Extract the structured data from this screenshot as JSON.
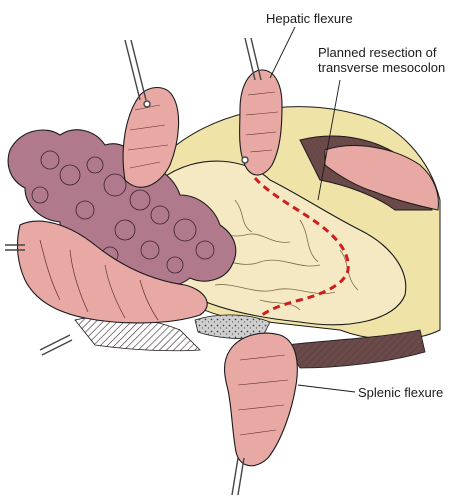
{
  "labels": {
    "hepatic_flexure": "Hepatic flexure",
    "planned_resection_line1": "Planned resection of",
    "planned_resection_line2": "transverse mesocolon",
    "splenic_flexure": "Splenic flexure"
  },
  "colors": {
    "colon_pink": "#e8a9a4",
    "omentum_mauve": "#b07a8c",
    "mesocolon_cream": "#f5e9c4",
    "mesentery_yellow": "#efe3a8",
    "deep_dark": "#6b4a4a",
    "resection_line": "#d01c1c",
    "ink": "#1a1a1a"
  }
}
